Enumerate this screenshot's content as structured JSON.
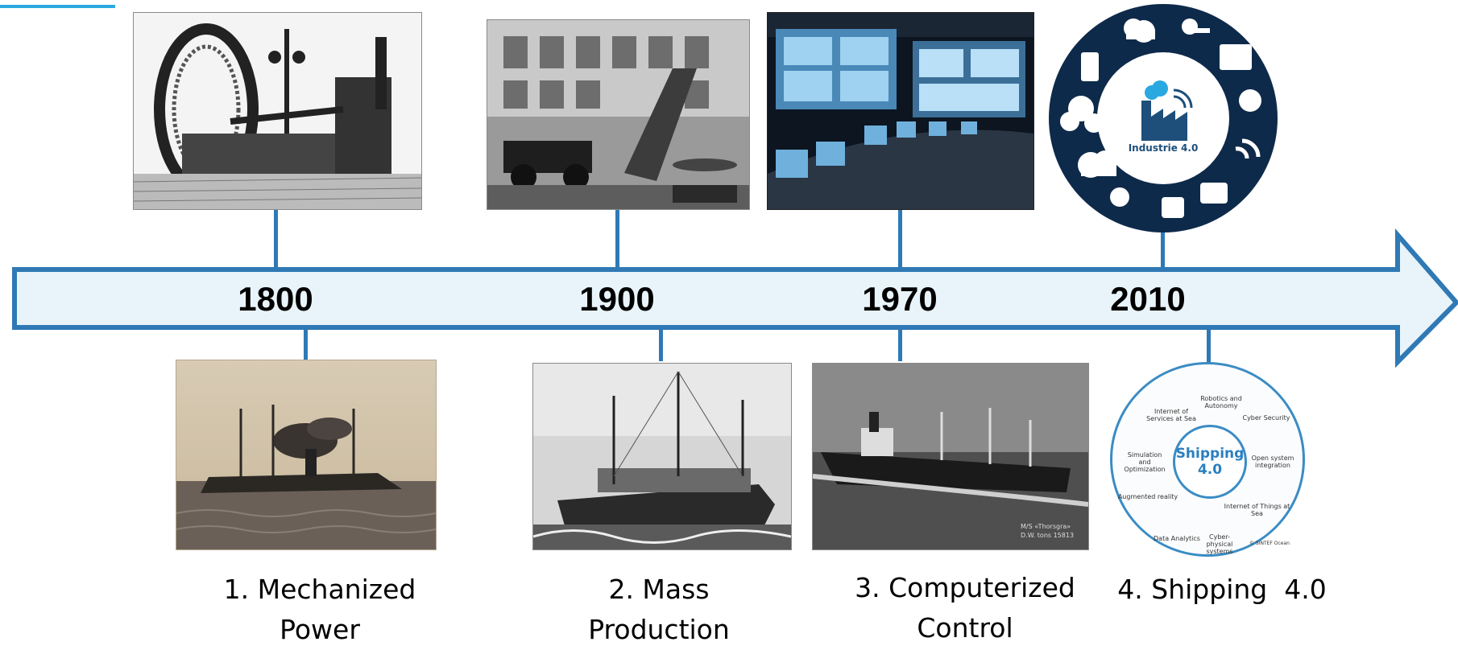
{
  "timeline": {
    "years": [
      "1800",
      "1900",
      "1970",
      "2010"
    ]
  },
  "captions": [
    {
      "line1": "1. Mechanized",
      "line2": "Power"
    },
    {
      "line1": "2. Mass",
      "line2": "Production"
    },
    {
      "line1": "3. Computerized",
      "line2": "Control"
    },
    {
      "line1": "4. Shipping  4.0",
      "line2": ""
    }
  ],
  "industrie_badge": {
    "label": "Industrie 4.0"
  },
  "shipping40": {
    "center_line1": "Shipping",
    "center_line2": "4.0",
    "segments": [
      "Internet of Services at Sea",
      "Robotics and Autonomy",
      "Cyber Security",
      "Open system integration",
      "Internet of Things at Sea",
      "Cyber-physical systems",
      "Data Analytics",
      "Augmented reality",
      "Simulation and Optimization"
    ],
    "copyright": "© SINTEF Ocean"
  },
  "photo_credit": {
    "ship_1970": "M/S «Thorsgra» D.W. tons 15813"
  },
  "colors": {
    "arrow_fill": "#e8f4fa",
    "arrow_stroke": "#2f79b5",
    "accent": "#2aa8e0",
    "badge_dark": "#0e2a4a"
  }
}
